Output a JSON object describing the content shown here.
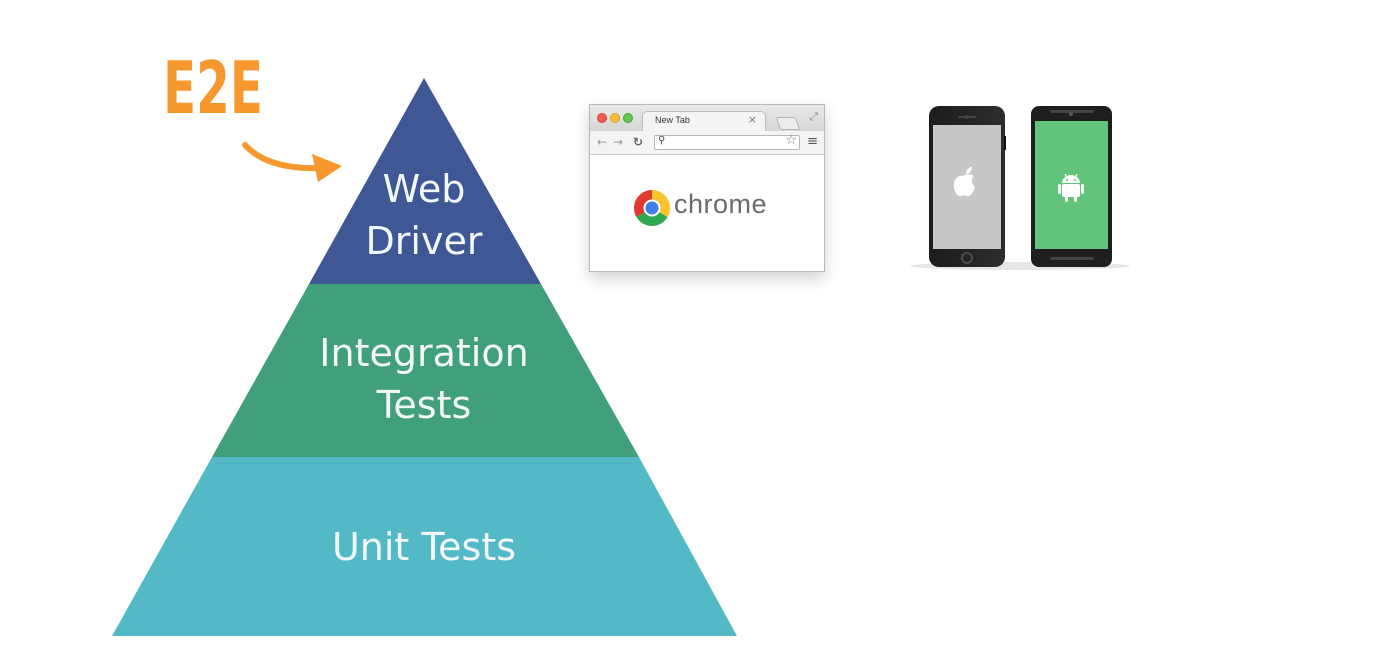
{
  "e2e_label": "E2E",
  "pyramid": {
    "top": {
      "lines": [
        "Web",
        "Driver"
      ],
      "color": "#3f5795"
    },
    "middle": {
      "lines": [
        "Integration",
        "Tests"
      ],
      "color": "#41a07b"
    },
    "bottom": {
      "lines": [
        "Unit Tests"
      ],
      "color": "#54b9c6"
    }
  },
  "browser": {
    "tab_label": "New Tab",
    "tab_close": "×",
    "wordmark": "chrome"
  },
  "phones": {
    "ios_screen_color": "#c7c7c7",
    "android_screen_color": "#62c47a"
  },
  "colors": {
    "accent": "#f7982f"
  }
}
